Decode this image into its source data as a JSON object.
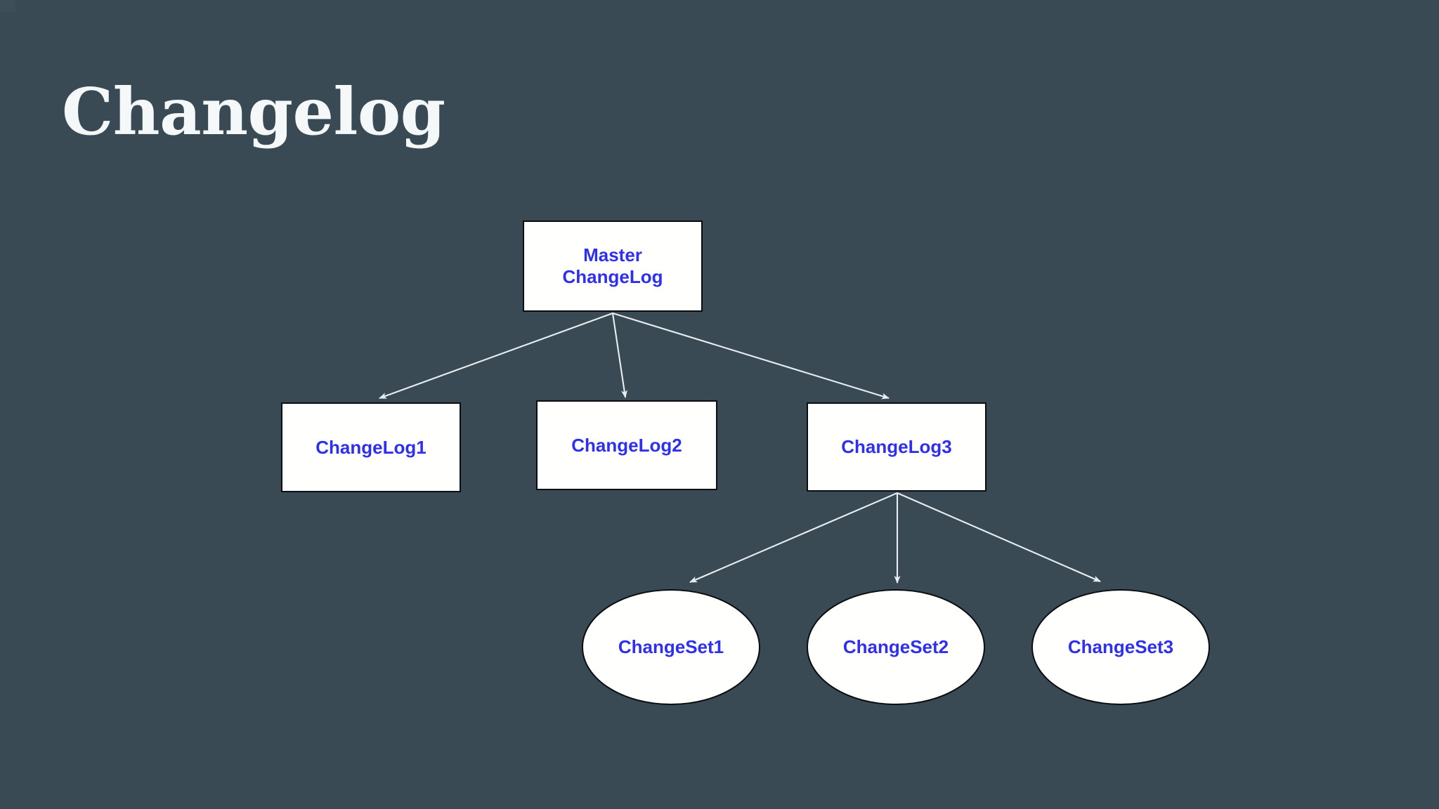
{
  "slide": {
    "title": "Changelog",
    "background_color": "#394a54",
    "title_color": "#f4f8f8"
  },
  "diagram": {
    "type": "tree",
    "node_fill": "#ffffff",
    "node_border_color": "#0b0e10",
    "node_text_color": "#2f2ff0",
    "edge_color": "#e8eef0",
    "nodes": [
      {
        "id": "master",
        "shape": "rectangle",
        "label": "Master\nChangeLog",
        "level": 0
      },
      {
        "id": "changelog1",
        "shape": "rectangle",
        "label": "ChangeLog1",
        "level": 1
      },
      {
        "id": "changelog2",
        "shape": "rectangle",
        "label": "ChangeLog2",
        "level": 1
      },
      {
        "id": "changelog3",
        "shape": "rectangle",
        "label": "ChangeLog3",
        "level": 1
      },
      {
        "id": "changeset1",
        "shape": "ellipse",
        "label": "ChangeSet1",
        "level": 2
      },
      {
        "id": "changeset2",
        "shape": "ellipse",
        "label": "ChangeSet2",
        "level": 2
      },
      {
        "id": "changeset3",
        "shape": "ellipse",
        "label": "ChangeSet3",
        "level": 2
      }
    ],
    "edges": [
      {
        "from": "master",
        "to": "changelog1",
        "arrow": "end"
      },
      {
        "from": "master",
        "to": "changelog2",
        "arrow": "end"
      },
      {
        "from": "master",
        "to": "changelog3",
        "arrow": "end"
      },
      {
        "from": "changelog3",
        "to": "changeset1",
        "arrow": "end"
      },
      {
        "from": "changelog3",
        "to": "changeset2",
        "arrow": "end"
      },
      {
        "from": "changelog3",
        "to": "changeset3",
        "arrow": "end"
      }
    ]
  }
}
